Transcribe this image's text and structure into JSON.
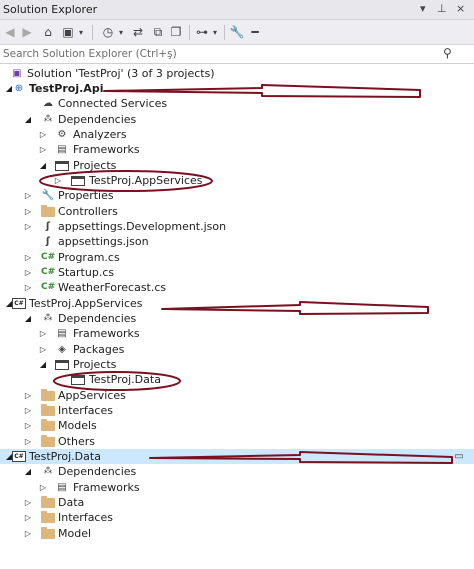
{
  "window": {
    "title": "Solution Explorer",
    "pin_icon": "pin-icon",
    "close_glyph": "×"
  },
  "toolbar": {
    "icons": [
      "back-icon",
      "forward-icon",
      "home-icon",
      "switch-views-icon",
      "dropdown-icon",
      "pending-changes-icon",
      "dropdown-icon",
      "sync-icon",
      "collapse-all-icon",
      "show-all-files-icon",
      "preview-icon",
      "dropdown-icon",
      "properties-icon",
      "minus-icon"
    ]
  },
  "search": {
    "placeholder": "Search Solution Explorer (Ctrl+ş)"
  },
  "tree": {
    "solution": "Solution 'TestProj' (3 of 3 projects)",
    "api": {
      "name": "TestProj.Api",
      "connected_services": "Connected Services",
      "dependencies": "Dependencies",
      "analyzers": "Analyzers",
      "frameworks": "Frameworks",
      "projects": "Projects",
      "project_ref": "TestProj.AppServices",
      "properties": "Properties",
      "controllers": "Controllers",
      "appsettings_dev": "appsettings.Development.json",
      "appsettings": "appsettings.json",
      "program": "Program.cs",
      "startup": "Startup.cs",
      "weather": "WeatherForecast.cs"
    },
    "appservices": {
      "name": "TestProj.AppServices",
      "dependencies": "Dependencies",
      "frameworks": "Frameworks",
      "packages": "Packages",
      "projects": "Projects",
      "project_ref": "TestProj.Data",
      "folder_appservices": "AppServices",
      "folder_interfaces": "Interfaces",
      "folder_models": "Models",
      "folder_others": "Others"
    },
    "data": {
      "name": "TestProj.Data",
      "dependencies": "Dependencies",
      "frameworks": "Frameworks",
      "folder_data": "Data",
      "folder_interfaces": "Interfaces",
      "folder_model": "Model"
    }
  },
  "colors": {
    "annotation": "#7a1020",
    "selection": "#cce8ff",
    "csharp": "#388a34",
    "folder": "#dcb67a"
  }
}
